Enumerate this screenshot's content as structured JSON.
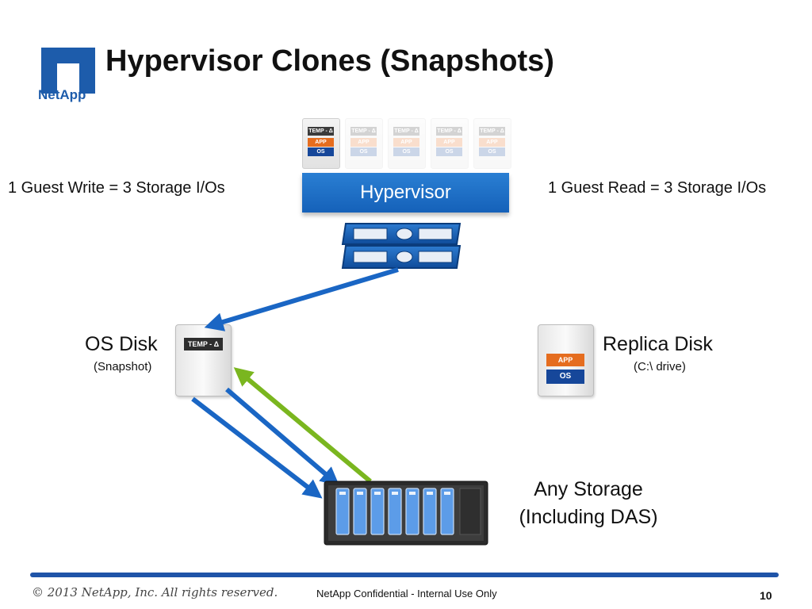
{
  "slide": {
    "title": "Hypervisor Clones (Snapshots)",
    "logo_text": "NetApp",
    "footer": {
      "copyright": "© 2013 NetApp, Inc. All rights reserved.",
      "confidential": "NetApp Confidential - Internal Use Only",
      "page_number": "10"
    }
  },
  "diagram": {
    "write_note": "1 Guest Write = 3 Storage I/Os",
    "read_note": "1 Guest Read = 3 Storage I/Os",
    "hypervisor_label": "Hypervisor",
    "vm_layers": {
      "temp": "TEMP - Δ",
      "app": "APP",
      "os": "OS"
    },
    "os_disk": {
      "label": "OS Disk",
      "sublabel": "(Snapshot)",
      "chip": "TEMP - Δ"
    },
    "replica_disk": {
      "label": "Replica Disk",
      "sublabel": "(C:\\ drive)",
      "app": "APP",
      "os": "OS"
    },
    "storage": {
      "line1": "Any Storage",
      "line2": "(Including DAS)"
    }
  },
  "colors": {
    "blue_arrow": "#1a66c4",
    "green_arrow": "#7ab61f",
    "hypervisor_blue": "#1f6fc8",
    "netapp_blue": "#1d5cab"
  }
}
